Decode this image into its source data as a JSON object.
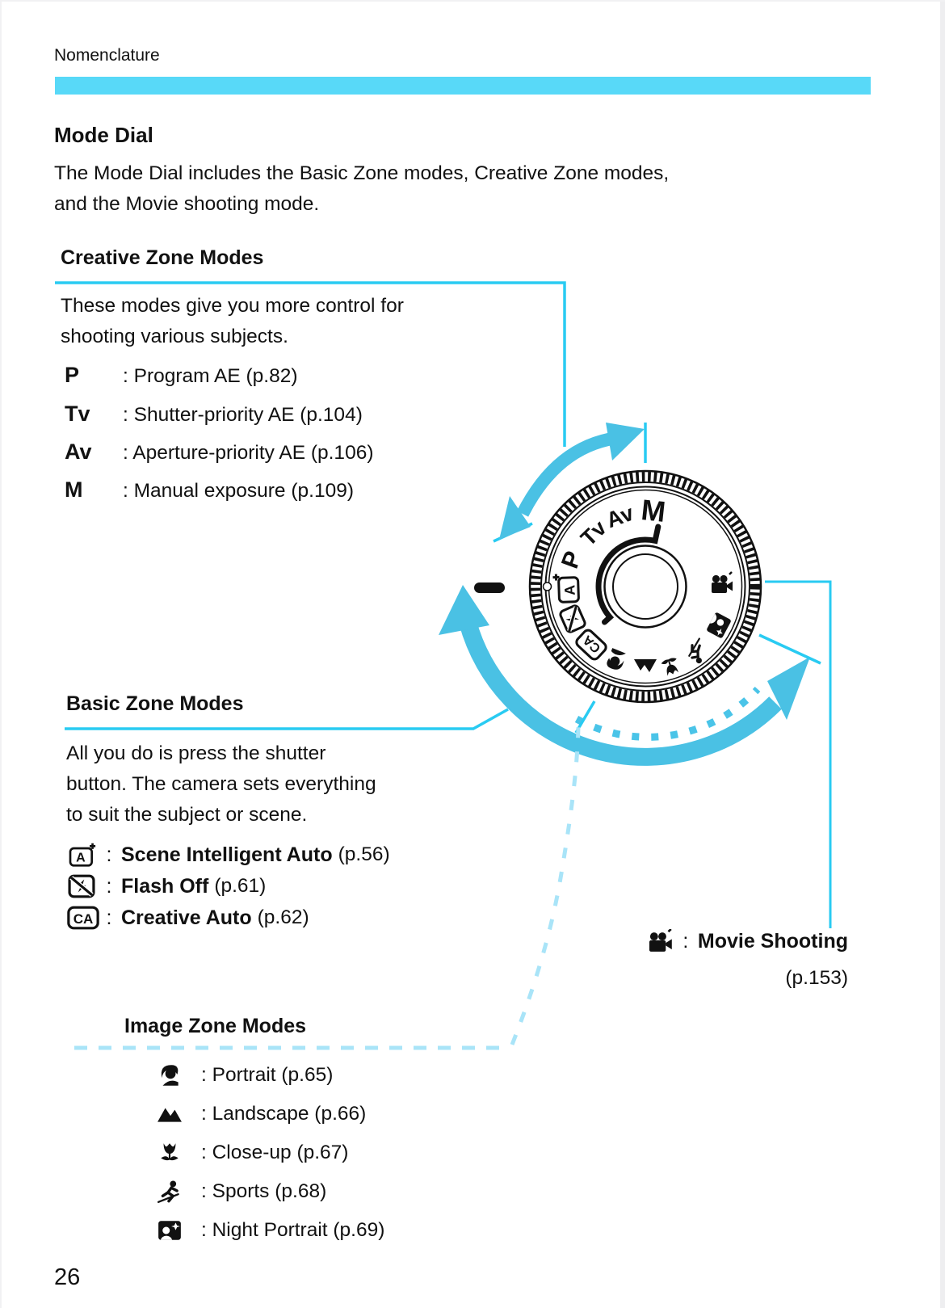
{
  "page": {
    "header": "Nomenclature",
    "page_number": "26"
  },
  "intro": {
    "title": "Mode Dial",
    "line1": "The Mode Dial includes the Basic Zone modes, Creative Zone modes,",
    "line2": "and the Movie shooting mode."
  },
  "creative_zone": {
    "title": "Creative Zone Modes",
    "desc_line1": "These modes give you more control for",
    "desc_line2": "shooting various subjects.",
    "modes": [
      {
        "symbol": "P",
        "desc": ": Program AE (p.82)"
      },
      {
        "symbol": "Tv",
        "desc": ": Shutter-priority AE (p.104)"
      },
      {
        "symbol": "Av",
        "desc": ": Aperture-priority AE (p.106)"
      },
      {
        "symbol": "M",
        "desc": ": Manual exposure (p.109)"
      }
    ]
  },
  "basic_zone": {
    "title": "Basic Zone Modes",
    "desc_line1": "All you do is press the shutter",
    "desc_line2": "button. The camera sets everything",
    "desc_line3": "to suit the subject or scene.",
    "modes": [
      {
        "icon": "scene-intelligent-auto-icon",
        "name": "Scene Intelligent Auto",
        "page_ref": "(p.56)"
      },
      {
        "icon": "flash-off-icon",
        "name": "Flash Off",
        "page_ref": "(p.61)"
      },
      {
        "icon": "creative-auto-icon",
        "name": "Creative Auto",
        "page_ref": "(p.62)"
      }
    ]
  },
  "movie_shooting": {
    "icon": "movie-camera-icon",
    "name": "Movie Shooting",
    "page_ref": "(p.153)"
  },
  "image_zone": {
    "title": "Image Zone Modes",
    "modes": [
      {
        "icon": "portrait-icon",
        "desc": ": Portrait (p.65)"
      },
      {
        "icon": "landscape-icon",
        "desc": ": Landscape (p.66)"
      },
      {
        "icon": "close-up-icon",
        "desc": ": Close-up (p.67)"
      },
      {
        "icon": "sports-icon",
        "desc": ": Sports (p.68)"
      },
      {
        "icon": "night-portrait-icon",
        "desc": ": Night Portrait (p.69)"
      }
    ]
  },
  "dial": {
    "labels": {
      "m": "M",
      "av": "Av",
      "tv": "Tv",
      "p": "P"
    }
  },
  "glyphs": {
    "colon": ":"
  },
  "colors": {
    "band": "#58D9F8",
    "line_bright": "#29CBF2",
    "arrow": "#4AC1E4",
    "dash_medium": "#4AC4E8",
    "dash_light": "#A9E4F8",
    "text": "#111111"
  }
}
